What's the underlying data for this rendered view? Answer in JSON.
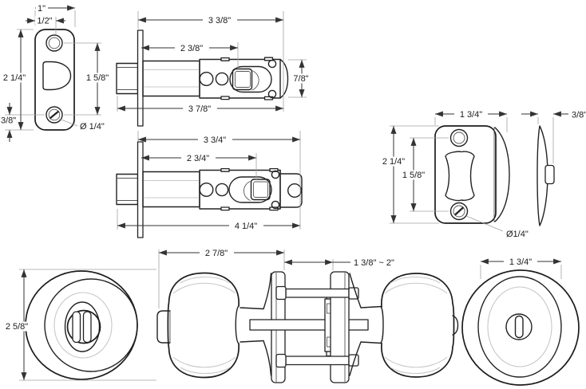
{
  "colors": {
    "bg": "#ffffff",
    "ink": "#222222",
    "dim": "#333333",
    "extension": "#a3a3a3",
    "contour": "#c8c8c8"
  },
  "dims": {
    "fp": {
      "w": "1\"",
      "half": "1/2\"",
      "h": "2 1/4\"",
      "spacing": "1 5/8\"",
      "edge": "3/8\"",
      "dia": "Ø 1/4\""
    },
    "l1": {
      "overall": "3 3/8\"",
      "backset": "2 3/8\"",
      "h": "7/8\"",
      "total": "3 7/8\""
    },
    "l2": {
      "overall": "3 3/4\"",
      "backset": "2 3/4\"",
      "total": "4 1/4\""
    },
    "st": {
      "w": "1 3/4\"",
      "depth": "3/8\"",
      "h": "2 1/4\"",
      "spacing": "1 5/8\"",
      "dia": "Ø1/4\""
    },
    "kn": {
      "inside_dia": "2 5/8\"",
      "length": "2 7/8\"",
      "door": "1 3/8\" ~ 2\"",
      "outside_dia": "1 3/4\""
    }
  }
}
